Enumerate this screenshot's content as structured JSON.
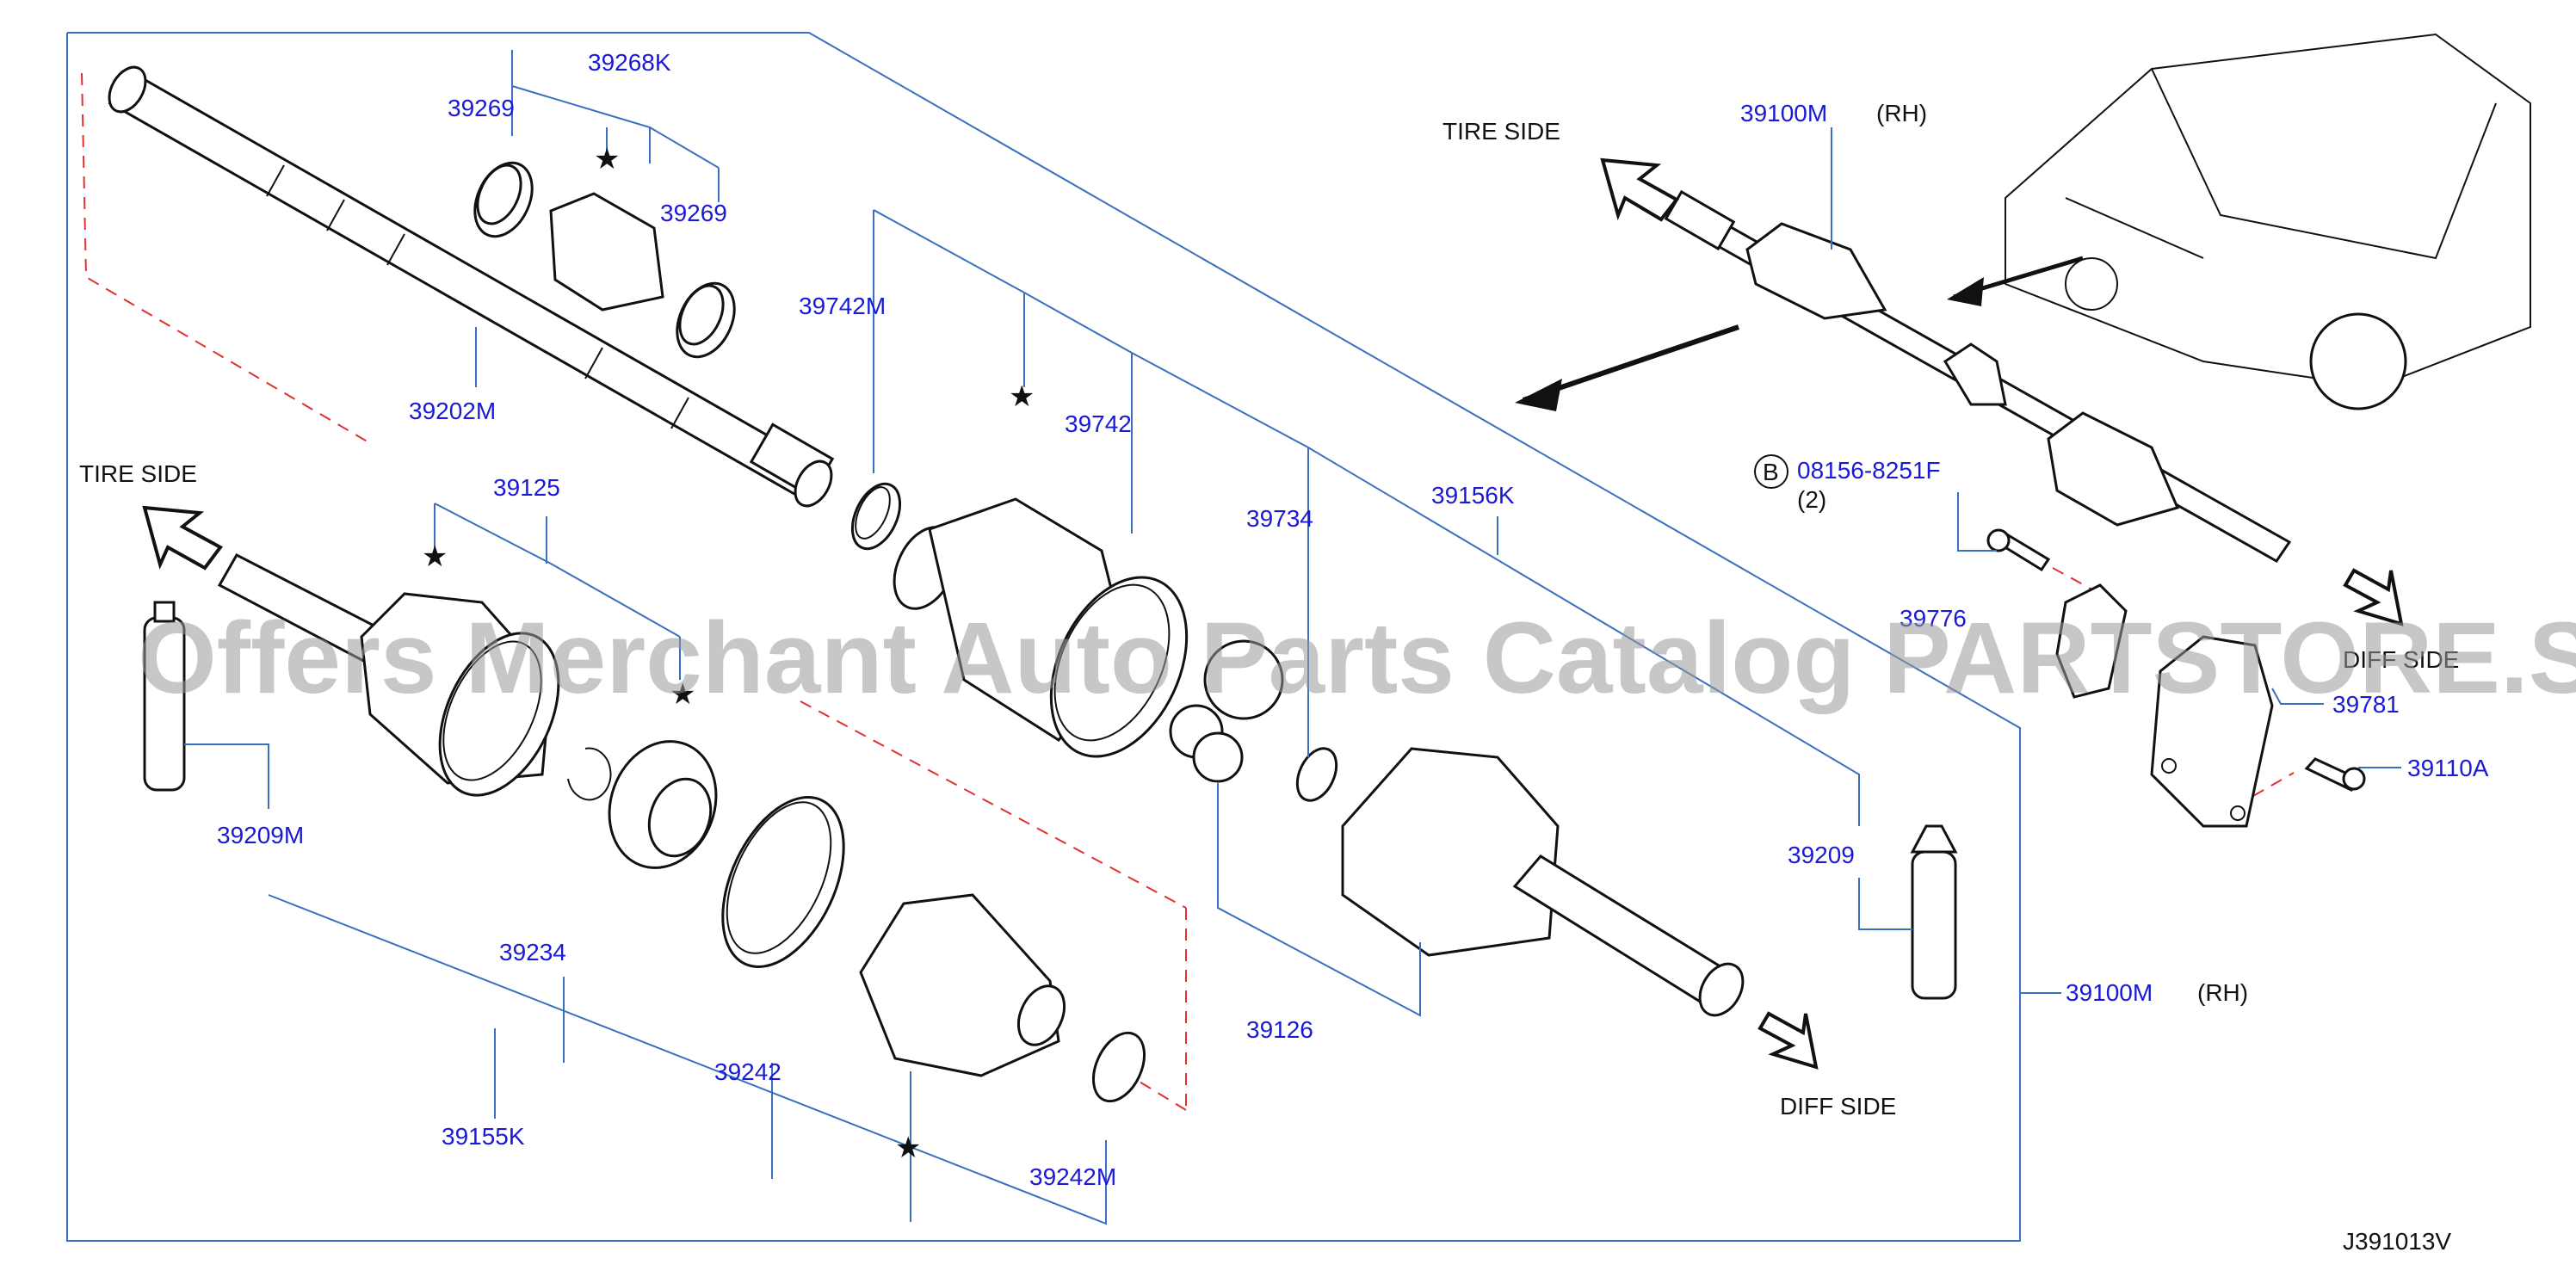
{
  "labels": {
    "tire_side_top": "TIRE   SIDE",
    "tire_side_left": "TIRE   SIDE",
    "diff_side_bottom": "DIFF   SIDE",
    "diff_side_right": "DIFF  SIDE",
    "rh_top": "(RH)",
    "rh_bottom": "(RH)",
    "bolt_marker": "B",
    "bolt_qty": "(2)",
    "diagram_code": "J391013V",
    "watermark": "Offers Merchant Auto Parts Catalog PARTSTORE.SA",
    "star": "★"
  },
  "parts": {
    "p39268K": "39268K",
    "p39269a": "39269",
    "p39269b": "39269",
    "p39202M": "39202M",
    "p39742M": "39742M",
    "p39742": "39742",
    "p39734": "39734",
    "p39156K": "39156K",
    "p39125": "39125",
    "p39209M": "39209M",
    "p39234": "39234",
    "p39242": "39242",
    "p39155K": "39155K",
    "p39242M": "39242M",
    "p39126": "39126",
    "p39209": "39209",
    "p39100M_bottom": "39100M",
    "p39100M_top": "39100M",
    "p08156": "08156-8251F",
    "p39776": "39776",
    "p39781": "39781",
    "p39110A": "39110A"
  },
  "colors": {
    "part_number": "#1a1ad6",
    "leader_line": "#3a6fbf",
    "hidden_line": "#e23030",
    "outline": "#111111"
  }
}
